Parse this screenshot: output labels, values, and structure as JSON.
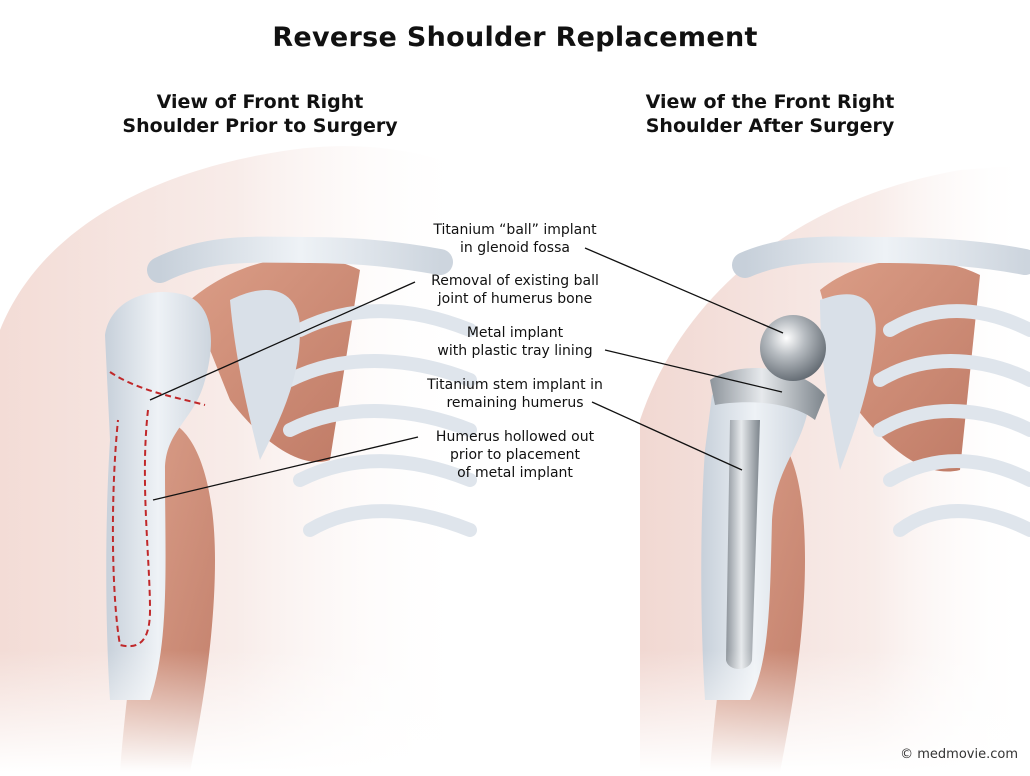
{
  "title": "Reverse Shoulder Replacement",
  "left_view": {
    "line1": "View of Front Right",
    "line2": "Shoulder Prior to Surgery"
  },
  "right_view": {
    "line1": "View of the Front Right",
    "line2": "Shoulder After Surgery"
  },
  "callouts": [
    {
      "line1": "Titanium “ball” implant",
      "line2": "in glenoid fossa"
    },
    {
      "line1": "Removal of existing ball",
      "line2": "joint of humerus bone"
    },
    {
      "line1": "Metal implant",
      "line2": "with plastic tray lining"
    },
    {
      "line1": "Titanium stem implant in",
      "line2": "remaining humerus"
    },
    {
      "line1": "Humerus hollowed out",
      "line2": "prior to placement",
      "line3": "of metal implant"
    }
  ],
  "copyright": "© medmovie.com",
  "colors": {
    "skin": "#f6e6e2",
    "muscle": "#c9826a",
    "bone": "#e4e9ef",
    "metal": "#b8bcc0",
    "cut_line": "#c0282a",
    "leader_line": "#111111"
  }
}
